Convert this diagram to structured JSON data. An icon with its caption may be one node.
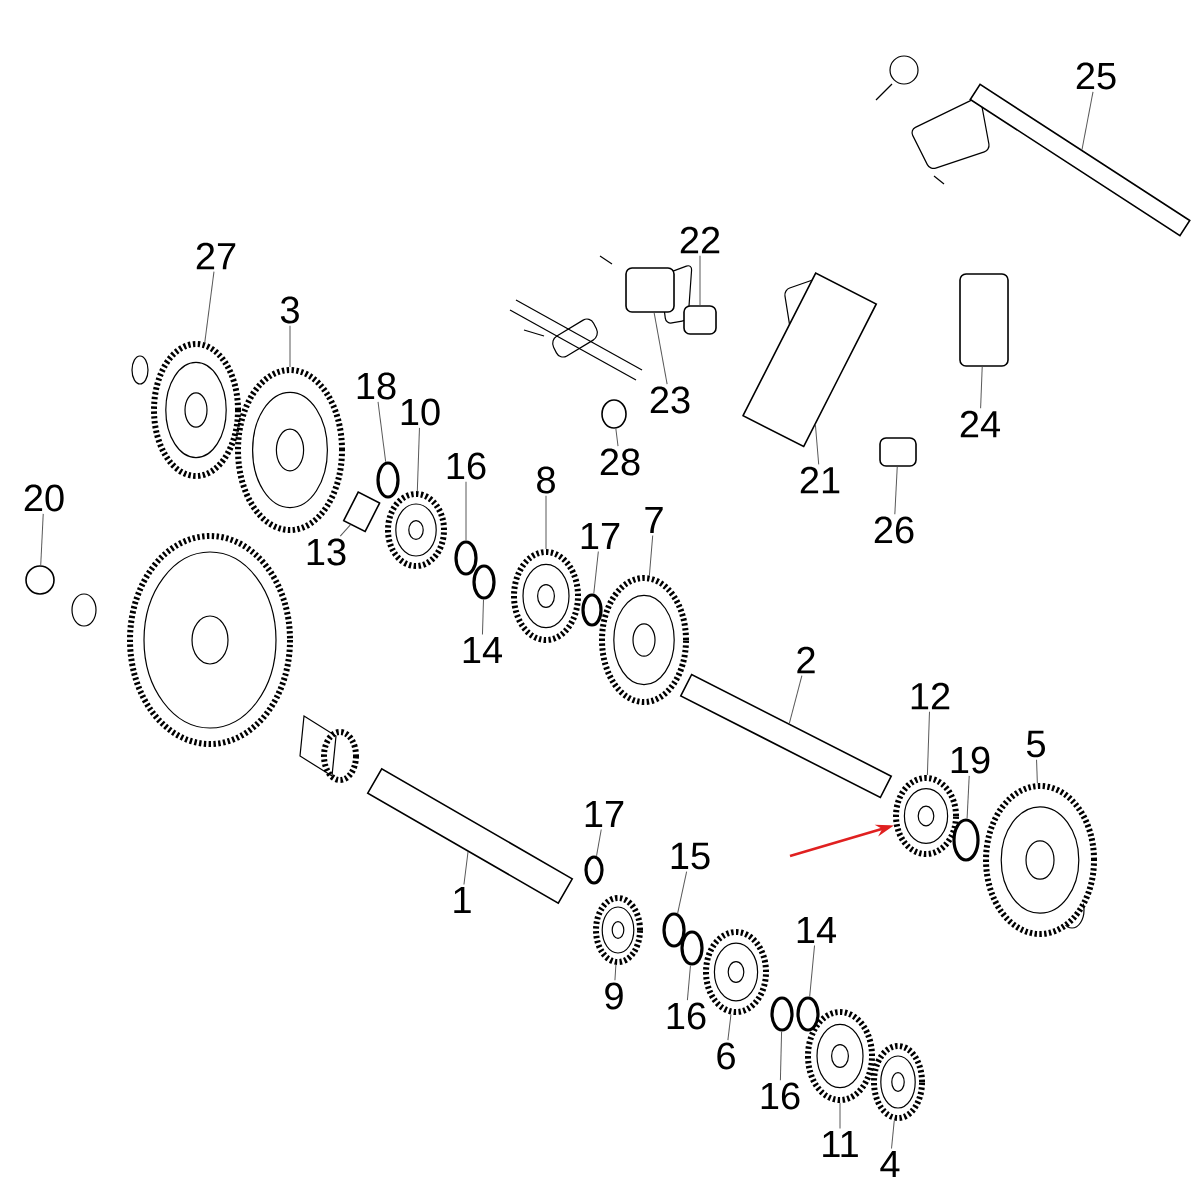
{
  "diagram": {
    "nodes": [
      {
        "text": [
          "25"
        ]
      },
      {
        "text": [],
        "shape": "bar"
      },
      {
        "text": [
          "27"
        ]
      },
      {
        "text": [],
        "shape": "circle"
      },
      {
        "text": [
          "3"
        ]
      },
      {
        "text": [],
        "shape": "circle"
      },
      {
        "text": [
          "18"
        ]
      },
      {
        "text": [],
        "shape": "circle"
      },
      {
        "text": [
          "22"
        ]
      },
      {
        "text": [],
        "shape": "box"
      },
      {
        "text": [
          "23"
        ]
      },
      {
        "text": [],
        "shape": "box"
      },
      {
        "text": [
          "28"
        ]
      },
      {
        "text": [],
        "shape": "circle"
      },
      {
        "text": [
          "10"
        ]
      },
      {
        "text": [],
        "shape": "circle"
      },
      {
        "text": [
          "24"
        ]
      },
      {
        "text": [],
        "shape": "box"
      },
      {
        "text": [
          "16"
        ]
      },
      {
        "text": [],
        "shape": "circle"
      },
      {
        "text": [
          "8"
        ]
      },
      {
        "text": [],
        "shape": "circle"
      },
      {
        "text": [
          "21"
        ]
      },
      {
        "text": [],
        "shape": "cylinder"
      },
      {
        "text": [
          "20"
        ]
      },
      {
        "text": [],
        "shape": "circle"
      },
      {
        "text": [
          "17"
        ]
      },
      {
        "text": [],
        "shape": "circle"
      },
      {
        "text": [
          "7"
        ]
      },
      {
        "text": [],
        "shape": "circle"
      },
      {
        "text": [
          "26"
        ]
      },
      {
        "text": [],
        "shape": "box"
      },
      {
        "text": [
          "13"
        ]
      },
      {
        "text": [],
        "shape": "cylinder"
      },
      {
        "text": [
          "14"
        ]
      },
      {
        "text": [],
        "shape": "circle"
      },
      {
        "text": [
          "2"
        ]
      },
      {
        "text": [],
        "shape": "bar"
      },
      {
        "text": [
          "12"
        ]
      },
      {
        "text": [],
        "shape": "circle"
      },
      {
        "text": [
          "5"
        ]
      },
      {
        "text": [],
        "shape": "circle"
      },
      {
        "text": [
          "19"
        ]
      },
      {
        "text": [],
        "shape": "circle"
      },
      {
        "text": [
          "17"
        ]
      },
      {
        "text": [],
        "shape": "circle"
      },
      {
        "text": [
          "15"
        ]
      },
      {
        "text": [],
        "shape": "circle"
      },
      {
        "text": [
          "1"
        ]
      },
      {
        "text": [],
        "shape": "bar"
      },
      {
        "text": [
          "14"
        ]
      },
      {
        "text": [],
        "shape": "circle"
      },
      {
        "text": [
          "9"
        ]
      },
      {
        "text": [],
        "shape": "circle"
      },
      {
        "text": [
          "16"
        ]
      },
      {
        "text": [],
        "shape": "circle"
      },
      {
        "text": [
          "6"
        ]
      },
      {
        "text": [],
        "shape": "circle"
      },
      {
        "text": [
          "16"
        ]
      },
      {
        "text": [],
        "shape": "circle"
      },
      {
        "text": [
          "11"
        ]
      },
      {
        "text": [],
        "shape": "circle"
      },
      {
        "text": [
          "4"
        ]
      },
      {
        "text": [],
        "shape": "circle"
      }
    ],
    "edges": [
      {
        "from": 0,
        "to": 1,
        "arrow": "none"
      },
      {
        "from": 2,
        "to": 3,
        "arrow": "none"
      },
      {
        "from": 4,
        "to": 5,
        "arrow": "none"
      },
      {
        "from": 6,
        "to": 7,
        "arrow": "none"
      },
      {
        "from": 8,
        "to": 9,
        "arrow": "none"
      },
      {
        "from": 10,
        "to": 11,
        "arrow": "none"
      },
      {
        "from": 12,
        "to": 13,
        "arrow": "none"
      },
      {
        "from": 14,
        "to": 15,
        "arrow": "none"
      },
      {
        "from": 16,
        "to": 17,
        "arrow": "none"
      },
      {
        "from": 18,
        "to": 19,
        "arrow": "none"
      },
      {
        "from": 20,
        "to": 21,
        "arrow": "none"
      },
      {
        "from": 22,
        "to": 23,
        "arrow": "none"
      },
      {
        "from": 24,
        "to": 25,
        "arrow": "none"
      },
      {
        "from": 26,
        "to": 27,
        "arrow": "none"
      },
      {
        "from": 28,
        "to": 29,
        "arrow": "none"
      },
      {
        "from": 30,
        "to": 31,
        "arrow": "none"
      },
      {
        "from": 32,
        "to": 33,
        "arrow": "none"
      },
      {
        "from": 34,
        "to": 35,
        "arrow": "none"
      },
      {
        "from": 36,
        "to": 37,
        "arrow": "none"
      },
      {
        "from": 38,
        "to": 39,
        "arrow": "none"
      },
      {
        "from": 40,
        "to": 41,
        "arrow": "none"
      },
      {
        "from": 42,
        "to": 43,
        "arrow": "none"
      },
      {
        "from": 44,
        "to": 45,
        "arrow": "none"
      },
      {
        "from": 46,
        "to": 47,
        "arrow": "none"
      },
      {
        "from": 48,
        "to": 49,
        "arrow": "none"
      },
      {
        "from": 50,
        "to": 51,
        "arrow": "none"
      },
      {
        "from": 52,
        "to": 53,
        "arrow": "none"
      },
      {
        "from": 54,
        "to": 55,
        "arrow": "none"
      },
      {
        "from": 56,
        "to": 57,
        "arrow": "none"
      },
      {
        "from": 58,
        "to": 59,
        "arrow": "none"
      },
      {
        "from": 60,
        "to": 61,
        "arrow": "none"
      },
      {
        "from": 62,
        "to": 63,
        "arrow": "none"
      },
      {
        "from": null,
        "to": 39,
        "arrow": "to",
        "color": "#e02020"
      }
    ]
  }
}
